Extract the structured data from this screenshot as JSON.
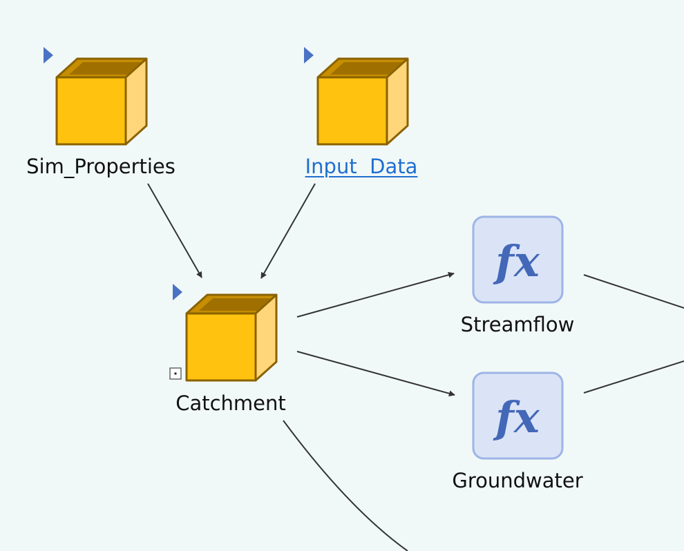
{
  "diagram": {
    "nodes": [
      {
        "id": "sim_properties",
        "label": "Sim_Properties",
        "kind": "container",
        "has_play_marker": true,
        "is_link": false
      },
      {
        "id": "input_data",
        "label": "Input  Data",
        "kind": "container",
        "has_play_marker": true,
        "is_link": true
      },
      {
        "id": "catchment",
        "label": "Catchment",
        "kind": "container",
        "has_play_marker": true,
        "has_expand_box": true,
        "is_link": false
      },
      {
        "id": "streamflow",
        "label": "Streamflow",
        "kind": "function",
        "icon_text": "fx",
        "is_link": false
      },
      {
        "id": "groundwater",
        "label": "Groundwater",
        "kind": "function",
        "icon_text": "fx",
        "is_link": false
      }
    ],
    "edges": [
      {
        "from": "sim_properties",
        "to": "catchment"
      },
      {
        "from": "input_data",
        "to": "catchment"
      },
      {
        "from": "catchment",
        "to": "streamflow"
      },
      {
        "from": "catchment",
        "to": "groundwater"
      }
    ]
  },
  "colors": {
    "background": "#f1f8f8",
    "cube_front": "#ffc20f",
    "cube_side": "#ffd77a",
    "cube_stroke": "#8a6200",
    "marker": "#4a72c4",
    "fx_fill": "#dbe4f7",
    "fx_stroke": "#9db4e6",
    "fx_text": "#4468b8",
    "arrow": "#333333",
    "link": "#1f6fd0"
  }
}
